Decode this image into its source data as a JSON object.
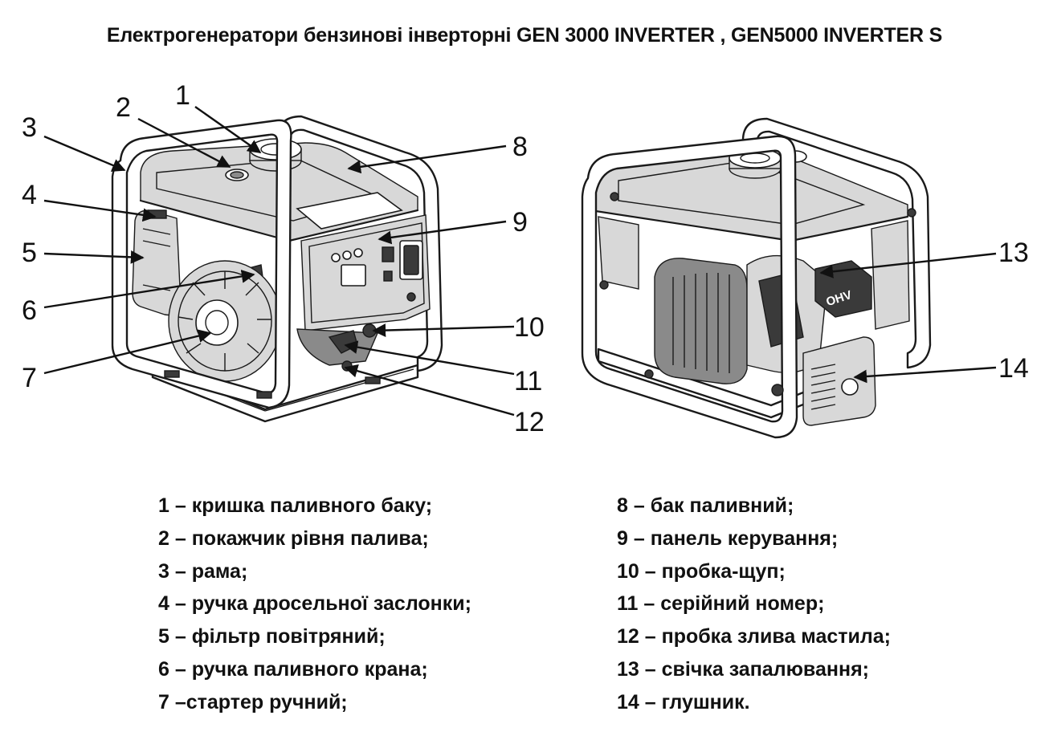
{
  "title": "Електрогенератори бензинові інверторні GEN 3000 INVERTER , GEN5000 INVERTER S",
  "callouts": [
    "1",
    "2",
    "3",
    "4",
    "5",
    "6",
    "7",
    "8",
    "9",
    "10",
    "11",
    "12",
    "13",
    "14"
  ],
  "engine_badge": "OHV",
  "legend_left": [
    "1 – кришка паливного баку;",
    "2 – покажчик рівня палива;",
    "3 – рама;",
    "4 – ручка дросельної заслонки;",
    "5 – фільтр повітряний;",
    "6 – ручка паливного крана;",
    "7 –стартер ручний;"
  ],
  "legend_right": [
    "8 – бак паливний;",
    "9 – панель керування;",
    "10 – пробка-щуп;",
    "11 – серійний номер;",
    "12 – пробка злива мастила;",
    "13 – свічка запалювання;",
    "14 – глушник."
  ]
}
